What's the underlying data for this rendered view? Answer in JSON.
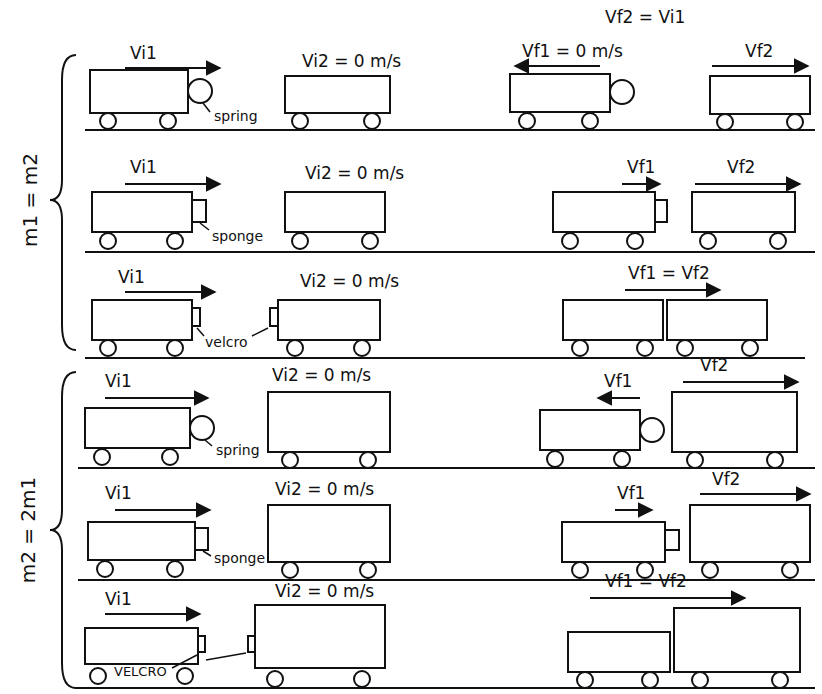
{
  "diagram": {
    "labels": [
      "Vf2 = Vi1",
      "m1 = m2",
      "Vi1",
      "Vi2 = 0 m/s",
      "spring",
      "Vf1 = 0 m/s",
      "Vf2",
      "Vi1",
      "Vi2 = 0 m/s",
      "sponge",
      "Vf1",
      "Vf2",
      "Vi1",
      "Vi2 = 0 m/s",
      "velcro",
      "Vf1 = Vf2",
      "m2 = 2m1",
      "Vi1",
      "Vi2 = 0 m/s",
      "spring",
      "Vf1",
      "Vf2",
      "Vi1",
      "Vi2 = 0 m/s",
      "sponge",
      "Vf1",
      "Vf2",
      "Vi1",
      "Vi2 = 0 m/s",
      "VELCRO",
      "Vf1 = Vf2"
    ]
  }
}
